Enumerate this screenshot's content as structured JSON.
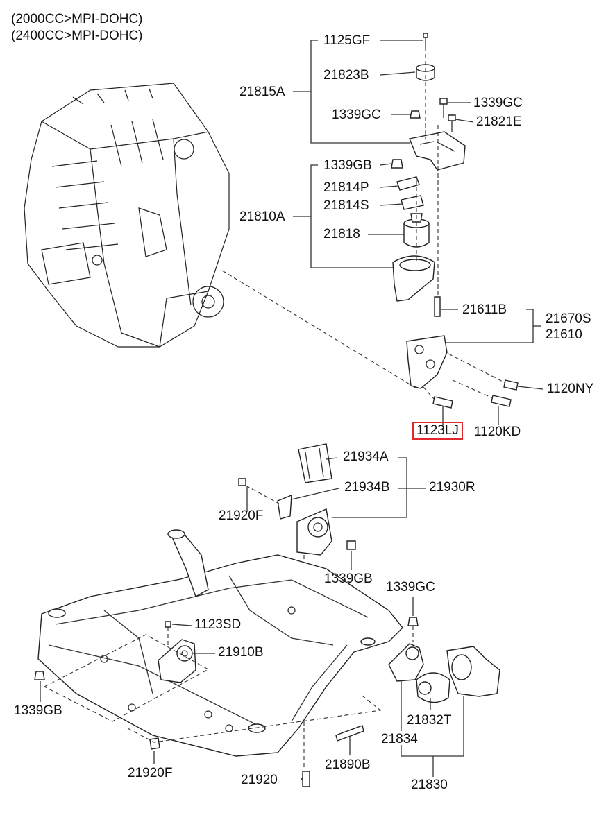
{
  "header": {
    "line1": "(2000CC>MPI-DOHC)",
    "line2": "(2400CC>MPI-DOHC)"
  },
  "labels": {
    "p1125GF": "1125GF",
    "p21823B": "21823B",
    "p21815A": "21815A",
    "p1339GC_a": "1339GC",
    "p1339GC_b": "1339GC",
    "p21821E": "21821E",
    "p1339GB_a": "1339GB",
    "p21814P": "21814P",
    "p21814S": "21814S",
    "p21810A": "21810A",
    "p21818": "21818",
    "p21611B": "21611B",
    "p21670S": "21670S",
    "p21610": "21610",
    "p1120NY": "1120NY",
    "p1123LJ": "1123LJ",
    "p1120KD": "1120KD",
    "p21934A": "21934A",
    "p21934B": "21934B",
    "p21930R": "21930R",
    "p21920F_a": "21920F",
    "p1339GB_b": "1339GB",
    "p1339GC_c": "1339GC",
    "p1123SD": "1123SD",
    "p21910B": "21910B",
    "p1339GB_c": "1339GB",
    "p21832T": "21832T",
    "p21834": "21834",
    "p21920F_b": "21920F",
    "p21890B": "21890B",
    "p21920": "21920",
    "p21830": "21830"
  },
  "highlight": {
    "part": "1123LJ",
    "color": "#e0282d"
  }
}
